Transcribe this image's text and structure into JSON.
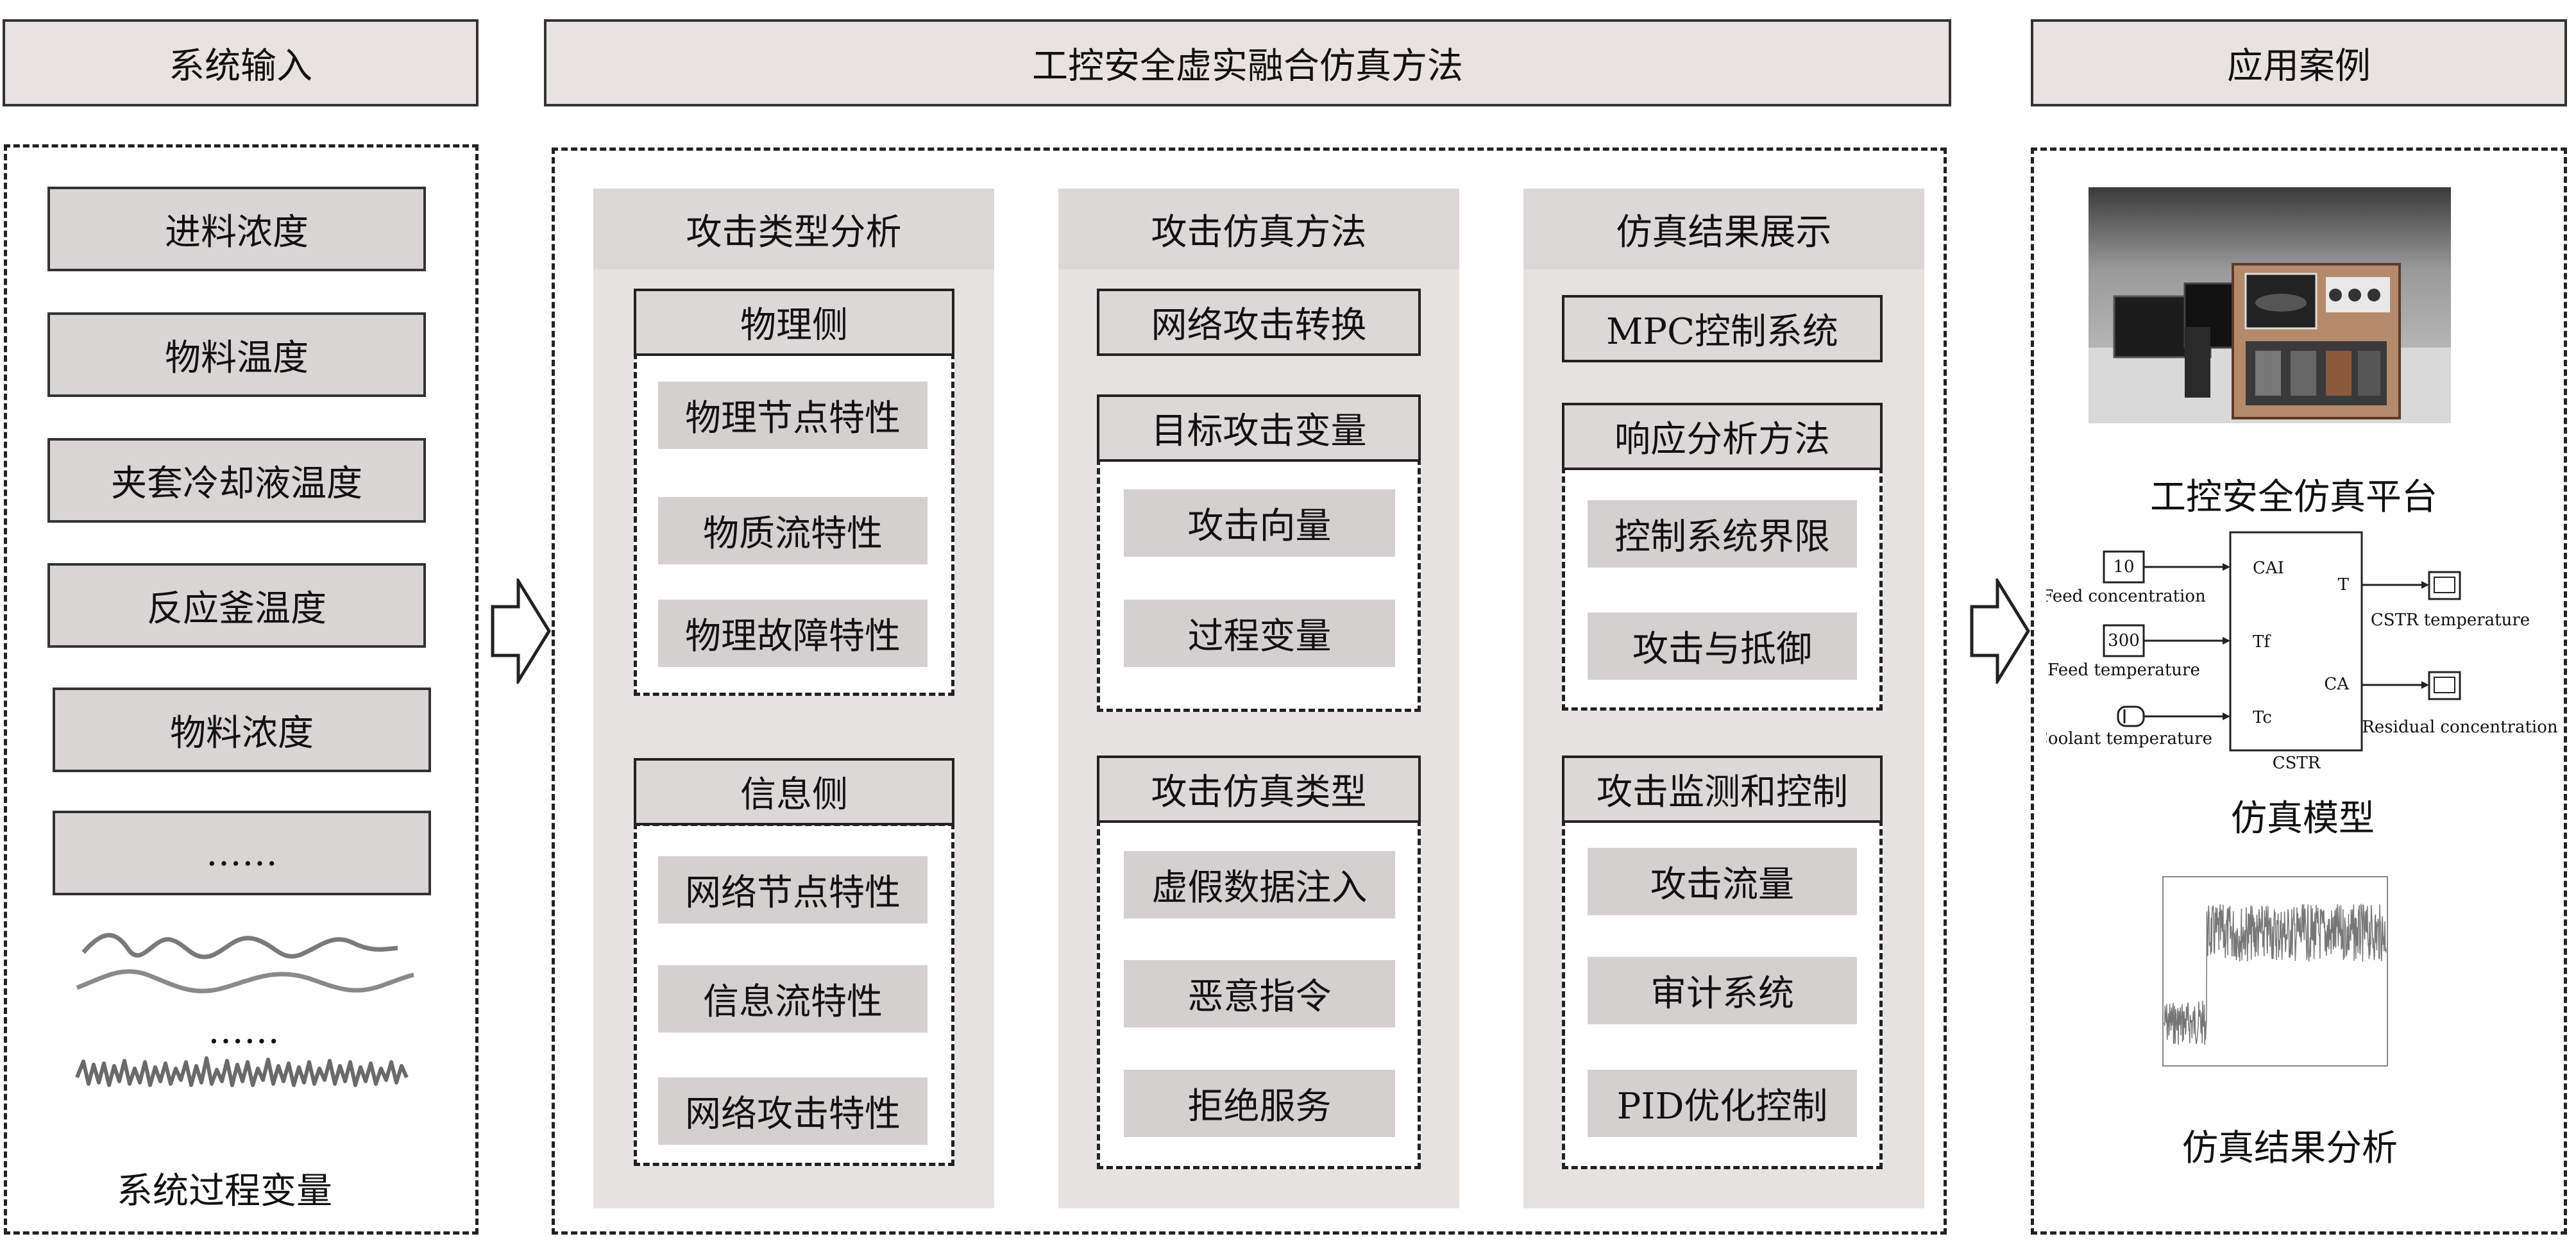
{
  "headers": {
    "left": "系统输入",
    "center": "工控安全虚实融合仿真方法",
    "right": "应用案例"
  },
  "left": {
    "inputs": [
      "进料浓度",
      "物料温度",
      "夹套冷却液温度",
      "反应釜温度",
      "物料浓度",
      "……"
    ],
    "mid_ellipsis": "……",
    "caption": "系统过程变量"
  },
  "col1": {
    "title": "攻击类型分析",
    "group1_title": "物理侧",
    "group1_items": [
      "物理节点特性",
      "物质流特性",
      "物理故障特性"
    ],
    "group2_title": "信息侧",
    "group2_items": [
      "网络节点特性",
      "信息流特性",
      "网络攻击特性"
    ]
  },
  "col2": {
    "title": "攻击仿真方法",
    "standalone": "网络攻击转换",
    "group1_title": "目标攻击变量",
    "group1_items": [
      "攻击向量",
      "过程变量"
    ],
    "group2_title": "攻击仿真类型",
    "group2_items": [
      "虚假数据注入",
      "恶意指令",
      "拒绝服务"
    ]
  },
  "col3": {
    "title": "仿真结果展示",
    "standalone": "MPC控制系统",
    "group1_title": "响应分析方法",
    "group1_items": [
      "控制系统界限",
      "攻击与抵御"
    ],
    "group2_title": "攻击监测和控制",
    "group2_items": [
      "攻击流量",
      "审计系统",
      "PID优化控制"
    ]
  },
  "right": {
    "platform_caption": "工控安全仿真平台",
    "model_caption": "仿真模型",
    "result_caption": "仿真结果分析",
    "model": {
      "block_name": "CSTR",
      "inputs": [
        {
          "value": "10",
          "label": "Feed concentration",
          "port": "CAI"
        },
        {
          "value": "300",
          "label": "Feed temperature",
          "port": "Tf"
        },
        {
          "value": "",
          "label": "Coolant temperature",
          "port": "Tc"
        }
      ],
      "outputs": [
        {
          "port": "T",
          "label": "CSTR temperature"
        },
        {
          "port": "CA",
          "label": "Residual concentration"
        }
      ]
    }
  }
}
